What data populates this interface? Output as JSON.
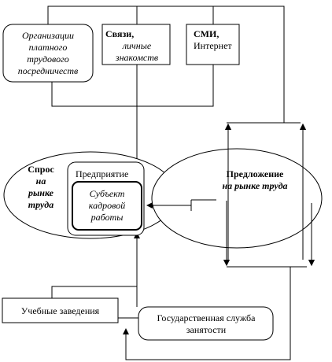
{
  "colors": {
    "line": "#000000",
    "fill": "#ffffff"
  },
  "nodes": {
    "org": [
      "Организации",
      "платного",
      "трудового",
      "посредничеств"
    ],
    "svyazi": {
      "title": "Связи,",
      "sub": "личные",
      "sub2": "знакомств"
    },
    "smi": {
      "title": "СМИ,",
      "sub": "Интернет"
    },
    "spros": [
      "Спрос",
      "на",
      "рынке",
      "труда"
    ],
    "predpriyatie": "Предприятие",
    "subject": [
      "Субъект",
      "кадровой",
      "работы"
    ],
    "predlozhenie": {
      "title": "Предложение",
      "sub": "на рынке труда"
    },
    "uchebnye": "Учебные заведения",
    "gos": [
      "Государственная служба",
      "занятости"
    ]
  }
}
